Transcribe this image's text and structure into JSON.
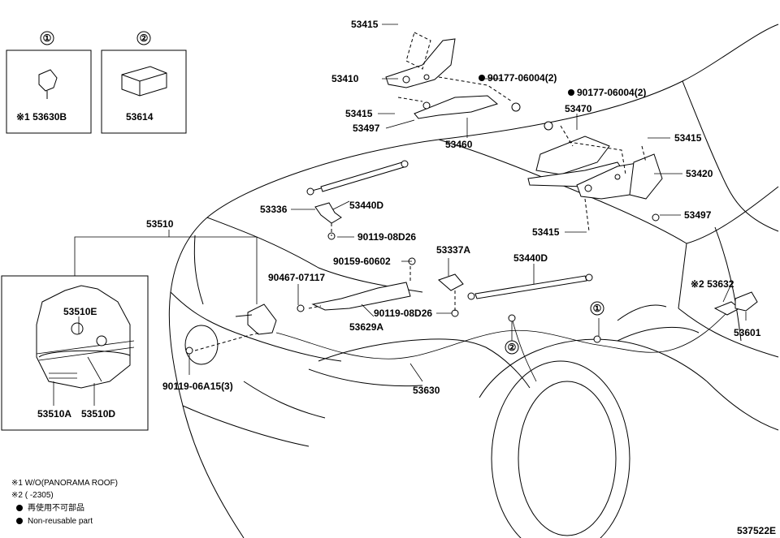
{
  "callouts": {
    "c1": "①",
    "c2": "②"
  },
  "inset1": {
    "circle": "①",
    "part": "※1 53630B"
  },
  "inset2": {
    "circle": "②",
    "part": "53614"
  },
  "parts": {
    "p53415a": "53415",
    "p53410": "53410",
    "p90177a": "90177-06004(2)",
    "p90177b": "90177-06004(2)",
    "p53415b": "53415",
    "p53497a": "53497",
    "p53470": "53470",
    "p53460": "53460",
    "p53415c": "53415",
    "p53420": "53420",
    "p53440d_a": "53440D",
    "p53336": "53336",
    "p53497b": "53497",
    "p53415d": "53415",
    "p90119a": "90119-08D26",
    "p53510": "53510",
    "p53337a": "53337A",
    "p53440d_b": "53440D",
    "p90159": "90159-60602",
    "p90467": "90467-07117",
    "p53632": "※2 53632",
    "p53510e": "53510E",
    "p90119b": "90119-08D26",
    "p53629a": "53629A",
    "p53601": "53601",
    "p90119c": "90119-06A15(3)",
    "p53630": "53630",
    "p53510a": "53510A",
    "p53510d": "53510D"
  },
  "notes": {
    "n1": "※1 W/O(PANORAMA ROOF)",
    "n2": "※2 (      -2305)",
    "n3": "再使用不可部品",
    "n4": "Non-reusable part"
  },
  "figure_code": "537522E"
}
